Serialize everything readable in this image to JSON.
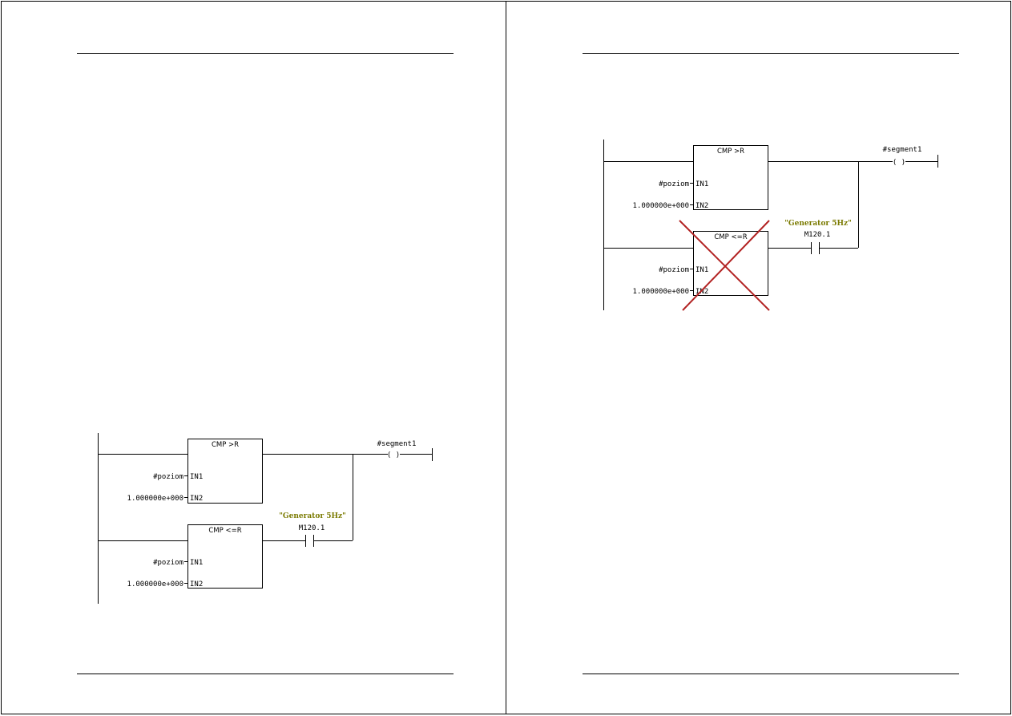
{
  "pages": [
    {
      "ladder": {
        "compare1": {
          "label": "CMP >R",
          "in1_label": "IN1",
          "in2_label": "IN2",
          "in1_value": "#poziom",
          "in2_value": "1.000000e+000"
        },
        "compare2": {
          "label": "CMP <=R",
          "in1_label": "IN1",
          "in2_label": "IN2",
          "in1_value": "#poziom",
          "in2_value": "1.000000e+000"
        },
        "contact": {
          "symbol": "\"Generator 5Hz\"",
          "address": "M120.1"
        },
        "coil": {
          "name": "#segment1",
          "glyph": "( )"
        }
      }
    },
    {
      "ladder": {
        "compare1": {
          "label": "CMP >R",
          "in1_label": "IN1",
          "in2_label": "IN2",
          "in1_value": "#poziom",
          "in2_value": "1.000000e+000"
        },
        "compare2": {
          "label": "CMP <=R",
          "in1_label": "IN1",
          "in2_label": "IN2",
          "in1_value": "#poziom",
          "in2_value": "1.000000e+000"
        },
        "contact": {
          "symbol": "\"Generator 5Hz\"",
          "address": "M120.1"
        },
        "coil": {
          "name": "#segment1",
          "glyph": "( )"
        },
        "crossed_out": "compare2"
      }
    }
  ]
}
